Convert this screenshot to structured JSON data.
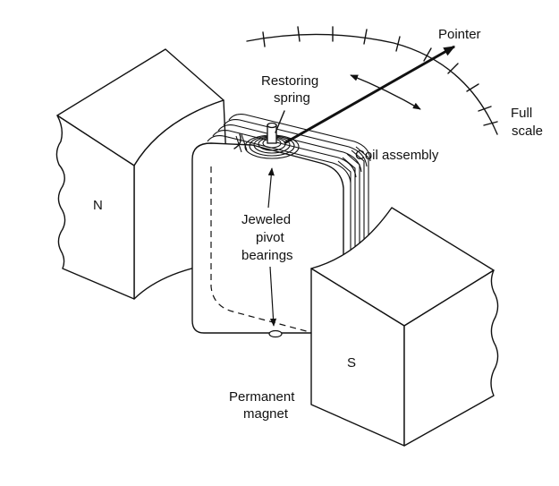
{
  "labels": {
    "pointer": "Pointer",
    "restoring_spring_line1": "Restoring",
    "restoring_spring_line2": "spring",
    "full_scale_line1": "Full",
    "full_scale_line2": "scale",
    "coil_assembly": "Coil assembly",
    "north_pole": "N",
    "south_pole": "S",
    "jeweled_line1": "Jeweled",
    "jeweled_line2": "pivot",
    "jeweled_line3": "bearings",
    "permanent_line1": "Permanent",
    "permanent_line2": "magnet"
  },
  "colors": {
    "ink": "#111111",
    "background": "#ffffff"
  }
}
